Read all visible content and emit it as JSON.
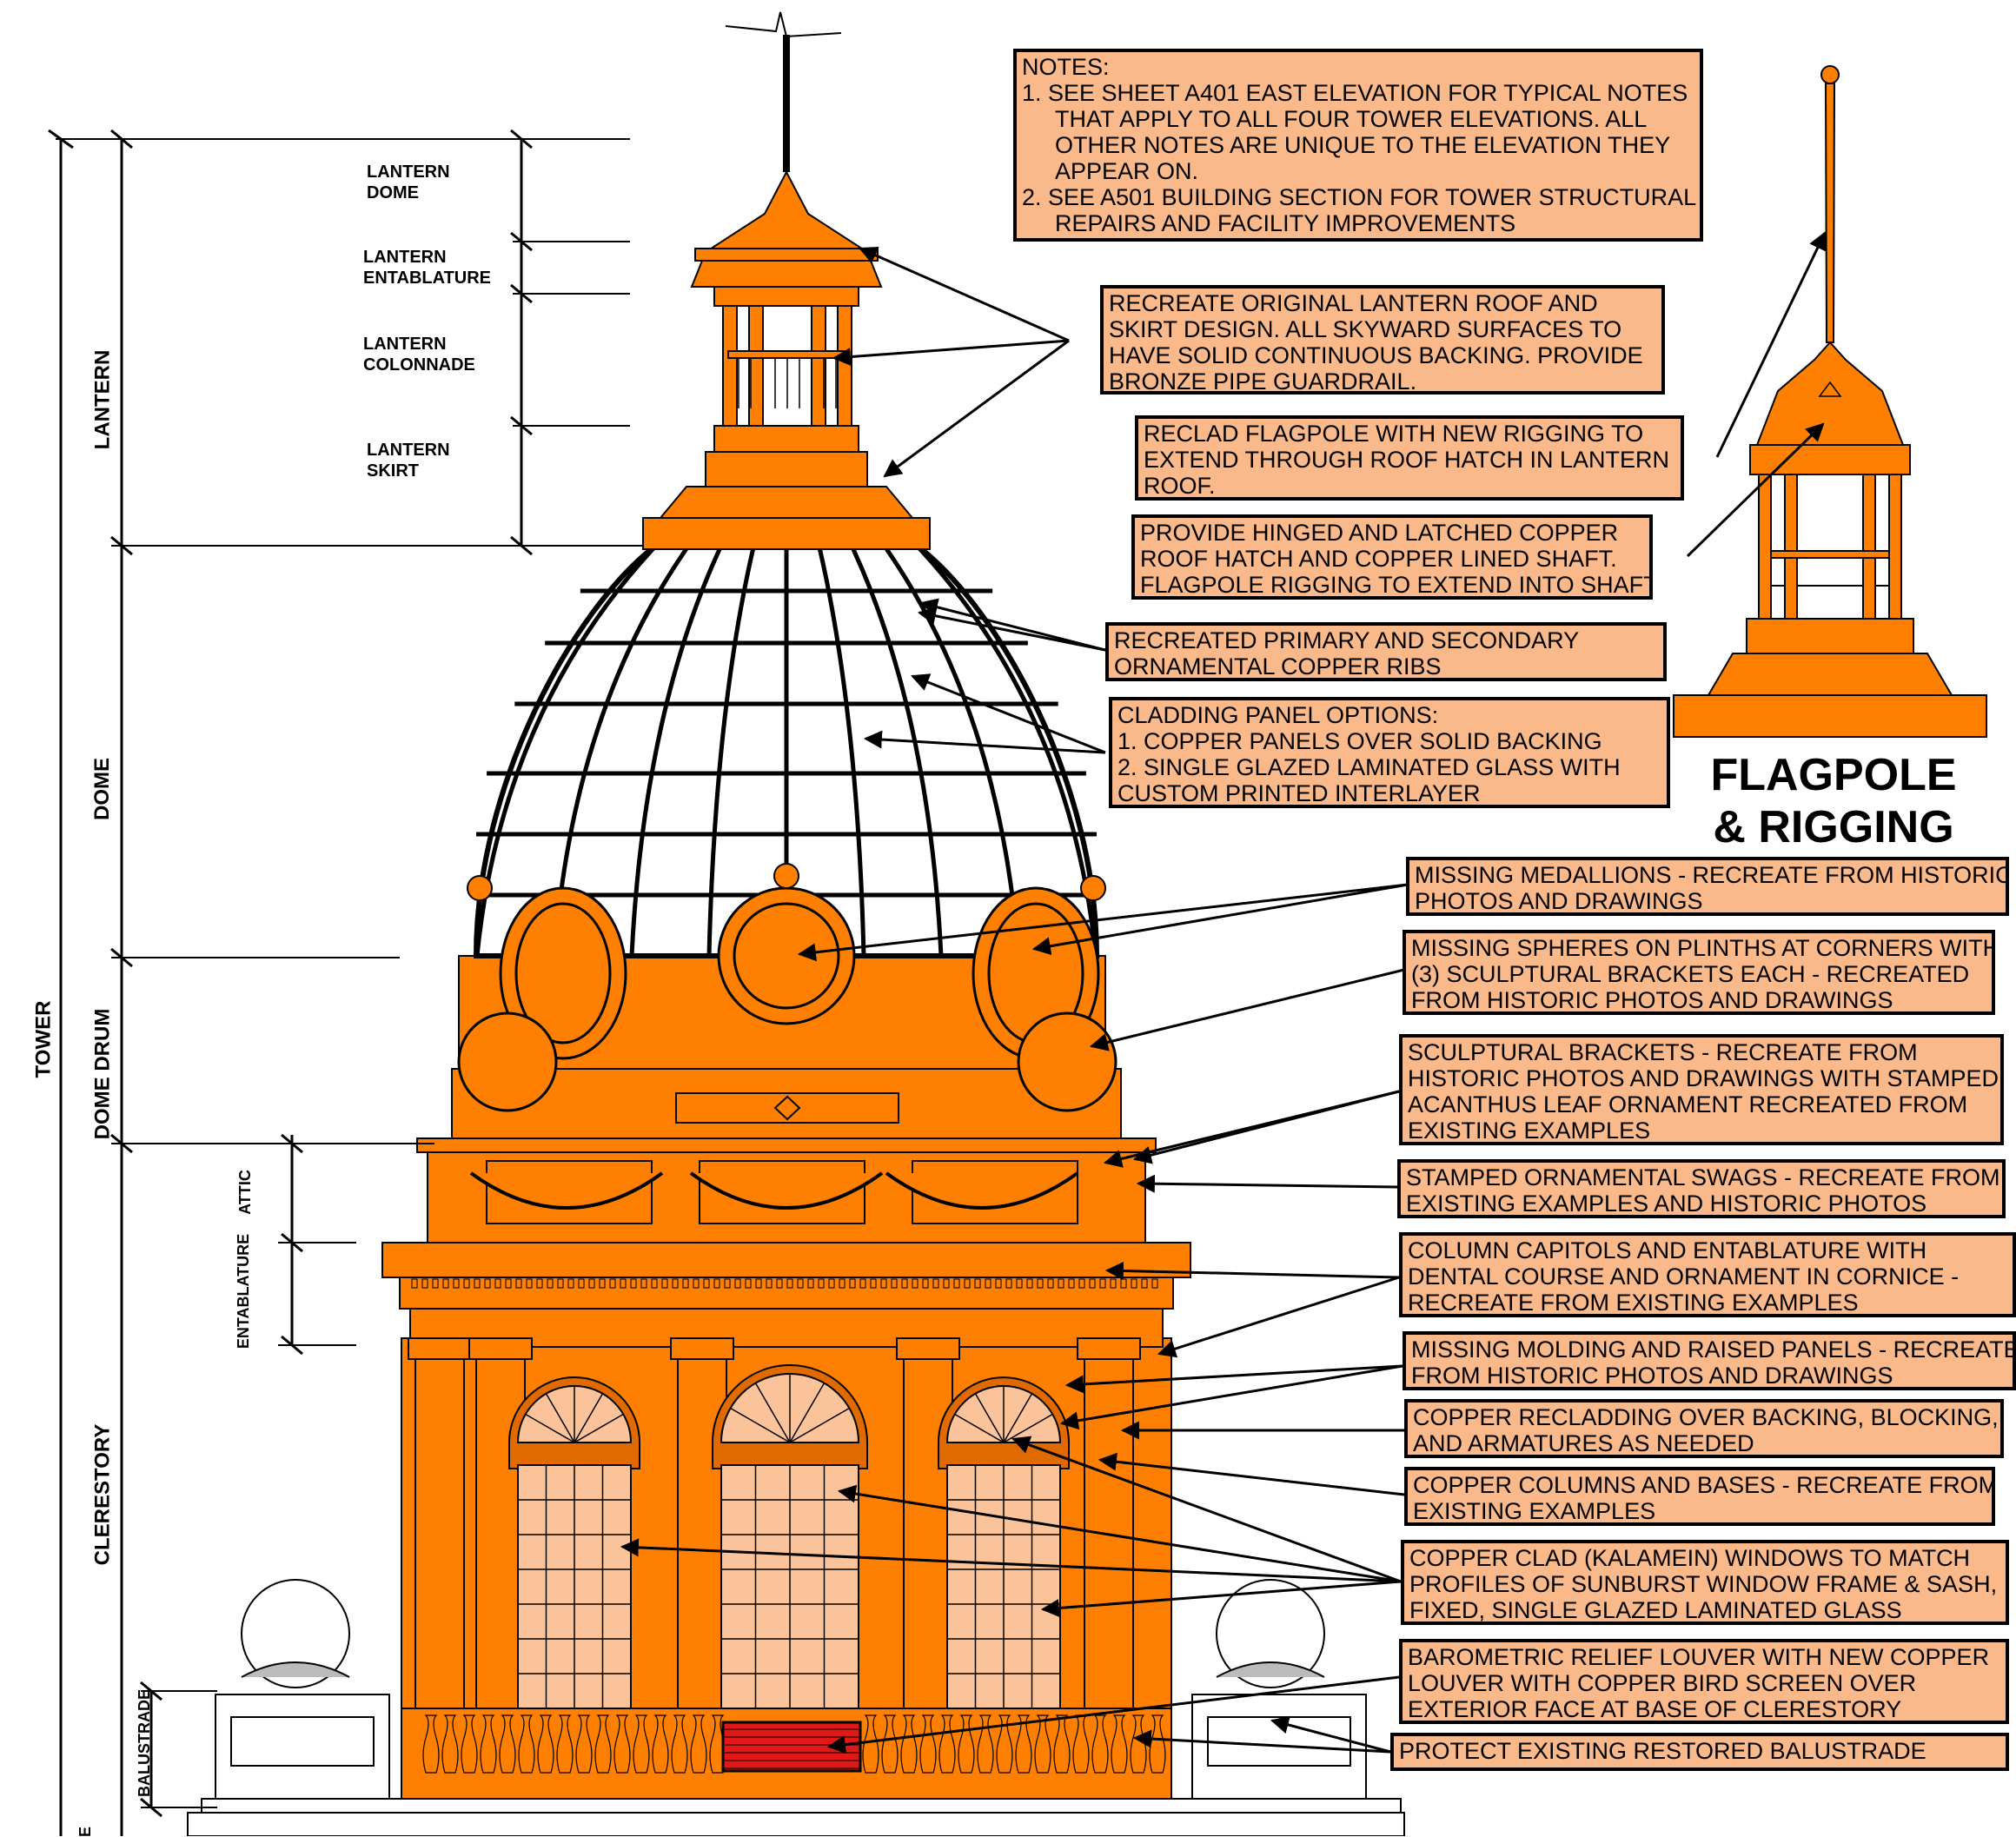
{
  "colors": {
    "copper": "#ff8000",
    "copper_dark": "#e06a00",
    "note_fill": "#f9b98a",
    "glass": "#ffffff",
    "window_fill": "#fbc39a",
    "louver": "#e01818",
    "line": "#000000"
  },
  "dimension_labels": {
    "lantern_dome": [
      "LANTERN",
      "DOME"
    ],
    "lantern_entablature": [
      "LANTERN",
      "ENTABLATURE"
    ],
    "lantern_colonnade": [
      "LANTERN",
      "COLONNADE"
    ],
    "lantern_skirt": [
      "LANTERN",
      "SKIRT"
    ]
  },
  "vertical_labels": {
    "tower": "TOWER",
    "lantern": "LANTERN",
    "dome": "DOME",
    "dome_drum": "DOME DRUM",
    "clerestory": "CLERESTORY",
    "balustrade": "BALUSTRADE",
    "attic": "ATTIC",
    "entablature": "ENTABLATURE",
    "bottom_fragment": "E"
  },
  "notes_box": {
    "lines": [
      {
        "text": "NOTES:",
        "indent": false
      },
      {
        "text": "1.  SEE SHEET A401 EAST ELEVATION FOR TYPICAL NOTES",
        "indent": false
      },
      {
        "text": "THAT APPLY TO ALL FOUR TOWER ELEVATIONS.  ALL",
        "indent": true
      },
      {
        "text": "OTHER NOTES ARE UNIQUE TO THE ELEVATION THEY",
        "indent": true
      },
      {
        "text": "APPEAR ON.",
        "indent": true
      },
      {
        "text": "2.  SEE A501 BUILDING SECTION FOR TOWER STRUCTURAL",
        "indent": false
      },
      {
        "text": "REPAIRS AND FACILITY IMPROVEMENTS",
        "indent": true
      }
    ]
  },
  "callouts": [
    {
      "lines": [
        "RECREATE ORIGINAL LANTERN ROOF AND",
        "SKIRT DESIGN. ALL SKYWARD SURFACES TO",
        "HAVE SOLID CONTINUOUS BACKING.  PROVIDE",
        "BRONZE PIPE GUARDRAIL."
      ]
    },
    {
      "lines": [
        "RECLAD FLAGPOLE WITH NEW RIGGING TO",
        "EXTEND THROUGH ROOF HATCH IN LANTERN",
        "ROOF."
      ]
    },
    {
      "lines": [
        "PROVIDE HINGED AND LATCHED COPPER",
        "ROOF HATCH AND COPPER LINED SHAFT.",
        "FLAGPOLE RIGGING TO EXTEND INTO SHAFT."
      ]
    },
    {
      "lines": [
        "RECREATED PRIMARY AND SECONDARY",
        "ORNAMENTAL COPPER RIBS"
      ]
    },
    {
      "lines": [
        "CLADDING PANEL OPTIONS:",
        "1. COPPER PANELS OVER SOLID BACKING",
        "2. SINGLE GLAZED LAMINATED GLASS WITH",
        "    CUSTOM PRINTED INTERLAYER"
      ]
    },
    {
      "lines": [
        "MISSING MEDALLIONS - RECREATE FROM HISTORIC",
        "PHOTOS AND DRAWINGS"
      ]
    },
    {
      "lines": [
        "MISSING SPHERES ON PLINTHS AT CORNERS WITH",
        "(3) SCULPTURAL BRACKETS EACH - RECREATED",
        "FROM HISTORIC PHOTOS AND DRAWINGS"
      ]
    },
    {
      "lines": [
        "SCULPTURAL BRACKETS - RECREATE  FROM",
        "HISTORIC PHOTOS AND DRAWINGS WITH STAMPED",
        "ACANTHUS LEAF ORNAMENT RECREATED FROM",
        "EXISTING EXAMPLES"
      ]
    },
    {
      "lines": [
        "STAMPED ORNAMENTAL SWAGS - RECREATE FROM",
        "EXISTING EXAMPLES AND HISTORIC PHOTOS"
      ]
    },
    {
      "lines": [
        "COLUMN CAPITOLS AND ENTABLATURE WITH",
        "DENTAL COURSE AND ORNAMENT IN CORNICE -",
        "RECREATE FROM EXISTING EXAMPLES"
      ]
    },
    {
      "lines": [
        "MISSING MOLDING AND RAISED PANELS - RECREATE",
        "FROM HISTORIC PHOTOS AND DRAWINGS"
      ]
    },
    {
      "lines": [
        "COPPER RECLADDING OVER BACKING, BLOCKING,",
        "AND ARMATURES AS NEEDED"
      ]
    },
    {
      "lines": [
        "COPPER COLUMNS AND BASES - RECREATE FROM",
        "EXISTING EXAMPLES"
      ]
    },
    {
      "lines": [
        "COPPER CLAD (KALAMEIN) WINDOWS TO MATCH",
        "PROFILES OF SUNBURST WINDOW FRAME & SASH,",
        "FIXED, SINGLE GLAZED LAMINATED GLASS"
      ]
    },
    {
      "lines": [
        "BAROMETRIC RELIEF LOUVER WITH NEW COPPER",
        "LOUVER WITH COPPER BIRD SCREEN OVER",
        "EXTERIOR FACE AT BASE OF CLERESTORY"
      ]
    },
    {
      "lines": [
        "PROTECT EXISTING RESTORED BALUSTRADE"
      ]
    }
  ],
  "flagpole_title": [
    "FLAGPOLE",
    "& RIGGING"
  ]
}
